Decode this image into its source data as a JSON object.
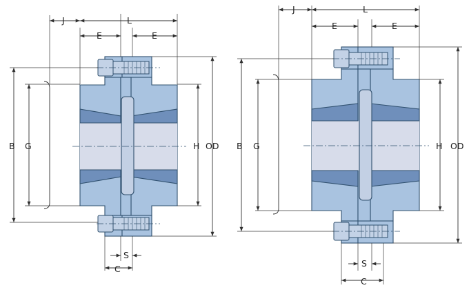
{
  "labels": {
    "J": "J",
    "L": "L",
    "E": "E",
    "B": "B",
    "G": "G",
    "H": "H",
    "OD": "OD",
    "S": "S",
    "C": "C"
  },
  "colors": {
    "body": "#a9c3e0",
    "bore": "#d7dcea",
    "taper": "#6f8fbb",
    "outline": "#30506e"
  }
}
